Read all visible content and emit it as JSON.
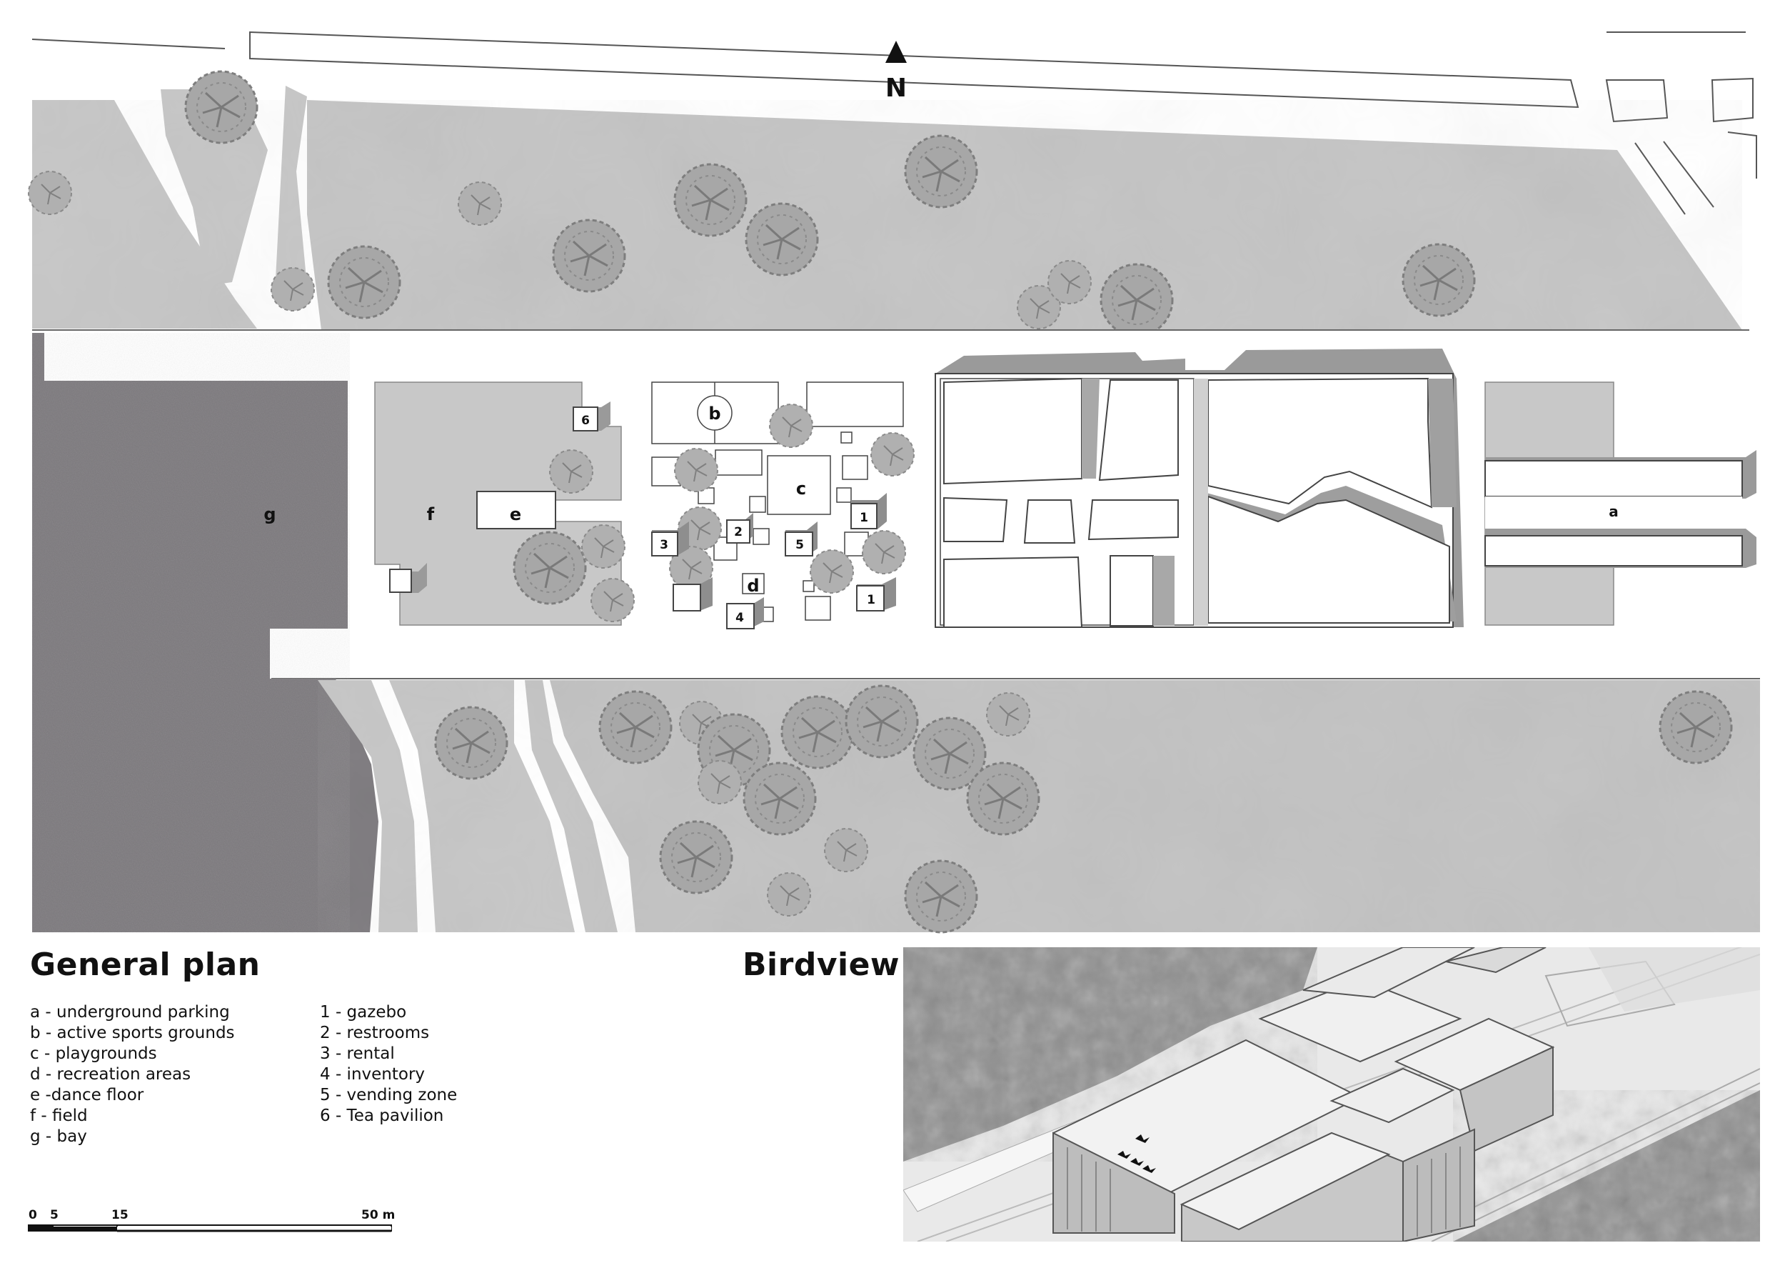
{
  "north": "N",
  "plan_labels": {
    "a": "a",
    "b": "b",
    "c": "c",
    "d": "d",
    "e": "e",
    "f": "f",
    "g": "g",
    "n1a": "1",
    "n1b": "1",
    "n2": "2",
    "n3": "3",
    "n4": "4",
    "n5": "5",
    "n6": "6"
  },
  "general_plan_title": "General plan",
  "birdview_title": "Birdview",
  "legend_left": [
    "a - underground parking",
    "b - active sports grounds",
    "c - playgrounds",
    "d - recreation areas",
    "e -dance floor",
    "f - field",
    "g - bay"
  ],
  "legend_right": [
    "1 - gazebo",
    "2 - restrooms",
    "3 - rental",
    "4 - inventory",
    "5 - vending zone",
    "6 - Tea pavilion"
  ],
  "scale_labels": {
    "s0": "0",
    "s5": "5",
    "s15": "15",
    "s50": "50 m"
  },
  "colors": {
    "green": "#c4c4c4",
    "green_dark": "#bdbdbd",
    "bay": "#7a777b",
    "road": "#ffffff",
    "building_shadow": "#9a9a9a",
    "tree": "#9c9c9c"
  }
}
